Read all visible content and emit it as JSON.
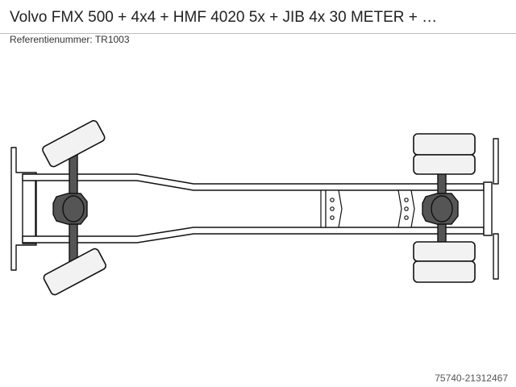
{
  "header": {
    "title": "Volvo FMX 500 + 4x4 + HMF 4020 5x + JIB 4x 30 METER + …",
    "reference": "Referentienummer: TR1003"
  },
  "footer": {
    "listing_id": "75740-21312467"
  },
  "diagram": {
    "subject": "truck chassis axle layout",
    "colors": {
      "outline": "#111111",
      "tire_fill": "#f2f2f2",
      "axle_fill": "#555555",
      "frame_fill": "#ffffff",
      "divider": "#bdbdbd"
    }
  }
}
